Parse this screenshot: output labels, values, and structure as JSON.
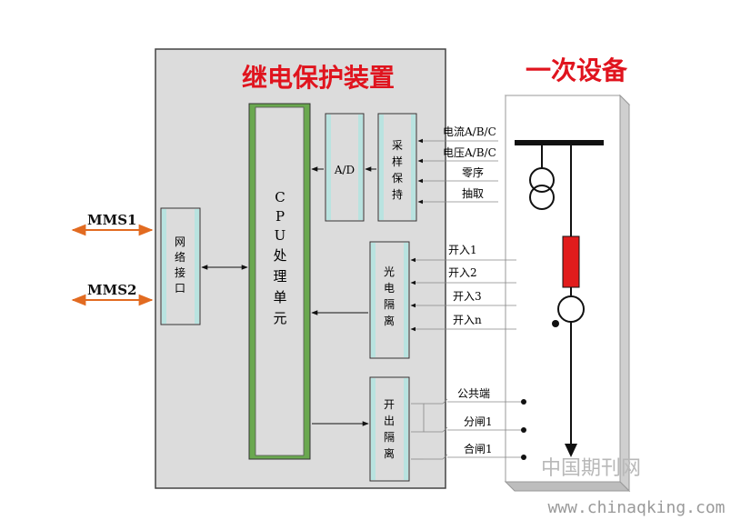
{
  "device_title": "继电保护装置",
  "primary_title": "一次设备",
  "mms1": "MMS1",
  "mms2": "MMS2",
  "network_interface": [
    "网",
    "络",
    "接",
    "口"
  ],
  "cpu": [
    "C",
    "P",
    "U",
    "处",
    "理",
    "单",
    "元"
  ],
  "ad": "A/D",
  "sample_hold": [
    "采",
    "样",
    "保",
    "持"
  ],
  "opto": [
    "光",
    "电",
    "隔",
    "离"
  ],
  "output_isolation": [
    "开",
    "出",
    "隔",
    "离"
  ],
  "analog_inputs": [
    "电流A/B/C",
    "电压A/B/C",
    "零序",
    "抽取"
  ],
  "binary_inputs": [
    "开入1",
    "开入2",
    "开入3",
    "开入n"
  ],
  "outputs": [
    "公共端",
    "分闸1",
    "合闸1"
  ],
  "watermark_cn": "中国期刊网",
  "watermark_url": "www.chinaqking.com",
  "colors": {
    "title_red": "#e0141e",
    "panel_gray": "#dcdcdc",
    "cpu_green": "#6aa84f",
    "edge_teal": "#b9e3e0",
    "mms_orange": "#e26b21",
    "breaker_red": "#e11c1c"
  }
}
